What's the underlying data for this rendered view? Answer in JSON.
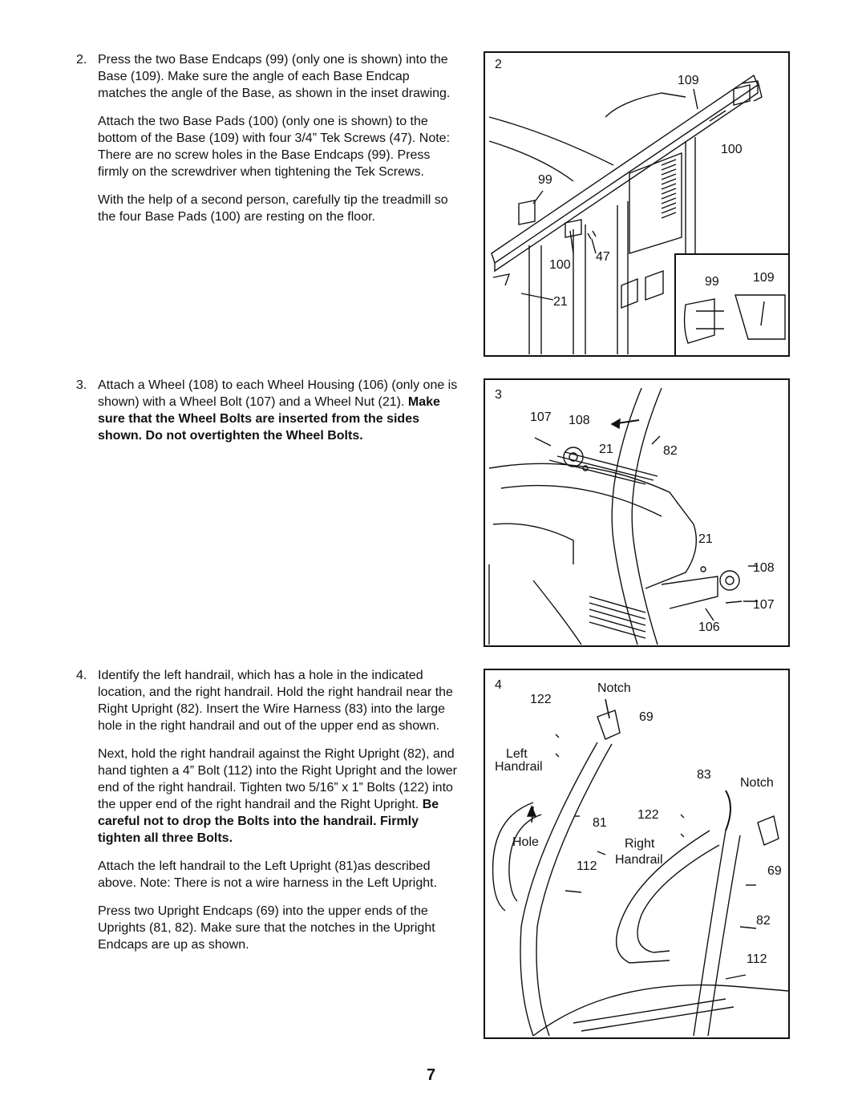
{
  "steps": [
    {
      "number": "2.",
      "paragraphs": [
        "Press the two Base Endcaps (99) (only one is shown) into the Base (109). Make sure the angle of each Base Endcap matches the angle of the Base, as shown in the inset drawing.",
        "Attach the two Base Pads (100) (only one is shown) to the bottom of the Base (109) with four 3/4” Tek Screws (47). Note: There are no screw holes in the Base Endcaps (99). Press firmly on the screwdriver when tightening the Tek Screws.",
        "With the help of a second person, carefully tip the treadmill so the four Base Pads (100) are resting on the floor."
      ]
    },
    {
      "number": "3.",
      "lead": "Attach a Wheel (108) to each Wheel Housing (106) (only one is shown) with a Wheel Bolt (107) and a Wheel Nut (21).",
      "bold": "Make sure that the Wheel Bolts are inserted from the sides shown. Do not overtighten the Wheel Bolts."
    },
    {
      "number": "4.",
      "p1": "Identify the left handrail, which has a hole in the indicated location, and the right handrail. Hold the right handrail near the Right Upright (82). Insert the Wire Harness (83) into the large hole in the right handrail and out of the upper end as shown.",
      "p2_lead": "Next, hold the right handrail against the Right Upright (82), and hand tighten a 4” Bolt (112) into the Right Upright and the lower end of the right handrail. Tighten two 5/16” x 1” Bolts (122) into the upper end of the right handrail and the Right Upright.",
      "p2_bold": "Be careful not to drop the Bolts into the handrail. Firmly tighten all three Bolts.",
      "p3": "Attach the left handrail to the Left Upright (81)as described above. Note: There is not a wire harness in the Left Upright.",
      "p4": "Press two Upright Endcaps (69) into the upper ends of the Uprights (81, 82). Make sure that the notches in the Upright Endcaps are up as shown."
    }
  ],
  "figures": {
    "fig2": {
      "number": "2",
      "labels": {
        "l109a": "109",
        "l100a": "100",
        "l99a": "99",
        "l47": "47",
        "l100b": "100",
        "l21": "21",
        "l99b": "99",
        "l109b": "109"
      }
    },
    "fig3": {
      "number": "3",
      "labels": {
        "l107a": "107",
        "l108a": "108",
        "l21a": "21",
        "l82": "82",
        "l21b": "21",
        "l108b": "108",
        "l107b": "107",
        "l106": "106"
      }
    },
    "fig4": {
      "number": "4",
      "labels": {
        "l122a": "122",
        "notch1": "Notch",
        "l69a": "69",
        "left1": "Left",
        "left2": "Handrail",
        "l83": "83",
        "notch2": "Notch",
        "l122b": "122",
        "l81": "81",
        "hole": "Hole",
        "right1": "Right",
        "right2": "Handrail",
        "l112a": "112",
        "l69b": "69",
        "l82": "82",
        "l112b": "112"
      }
    }
  },
  "page_number": "7"
}
